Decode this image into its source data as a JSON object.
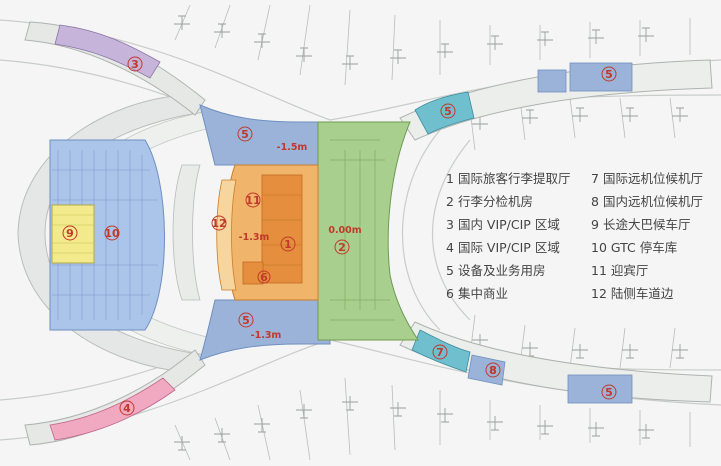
{
  "colors": {
    "international": "#f0b46a",
    "international_dark": "#e58e3d",
    "domestic": "#a9cf8e",
    "equipment": "#9bb3d8",
    "vip_cip": "#c7b4da",
    "vip_cip_pink": "#f1a9c2",
    "remote_gate": "#6fbfcf",
    "bus": "#f2ea8c",
    "gtc": "#aac4ea",
    "marker": "#c0392b"
  },
  "legend": [
    {
      "num": "1",
      "label": "国际旅客行李提取厅"
    },
    {
      "num": "2",
      "label": "行李分检机房"
    },
    {
      "num": "3",
      "label": "国内 VIP/CIP 区域"
    },
    {
      "num": "4",
      "label": "国际 VIP/CIP 区域"
    },
    {
      "num": "5",
      "label": "设备及业务用房"
    },
    {
      "num": "6",
      "label": "集中商业"
    },
    {
      "num": "7",
      "label": "国际远机位候机厅"
    },
    {
      "num": "8",
      "label": "国内远机位候机厅"
    },
    {
      "num": "9",
      "label": "长途大巴候车厅"
    },
    {
      "num": "10",
      "label": "GTC 停车库"
    },
    {
      "num": "11",
      "label": "迎宾厅"
    },
    {
      "num": "12",
      "label": "陆侧车道边"
    }
  ],
  "markers": [
    "1",
    "2",
    "3",
    "4",
    "5",
    "5",
    "5",
    "5",
    "6",
    "7",
    "8",
    "8",
    "9",
    "10",
    "11",
    "12"
  ],
  "levels": [
    "-1.5m",
    "-1.3m",
    "-1.3m",
    "0.00m"
  ]
}
